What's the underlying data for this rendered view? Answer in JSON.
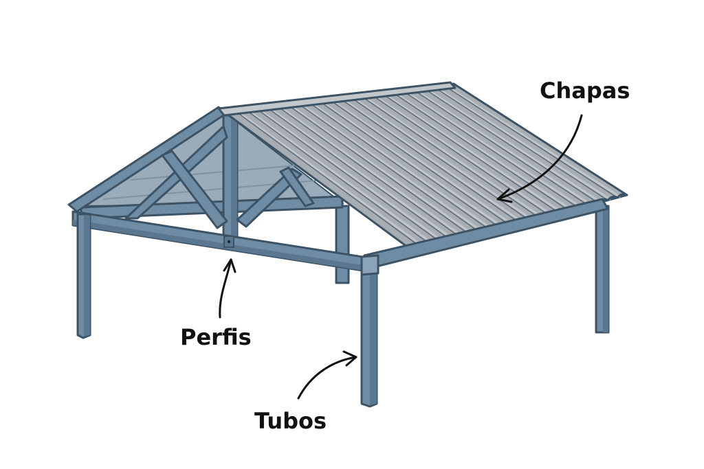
{
  "colors": {
    "steel": "#6f8ca5",
    "steel_dark": "#5b778f",
    "steel_light": "#8aa3b8",
    "outline": "#3c5366",
    "sheet": "#a7adb2",
    "sheet_light": "#c2c7cb",
    "sheet_line": "#5e6f7c",
    "gable_fill": "#9aabb9"
  },
  "labels": {
    "chapas": "Chapas",
    "perfis": "Perfis",
    "tubos": "Tubos"
  }
}
